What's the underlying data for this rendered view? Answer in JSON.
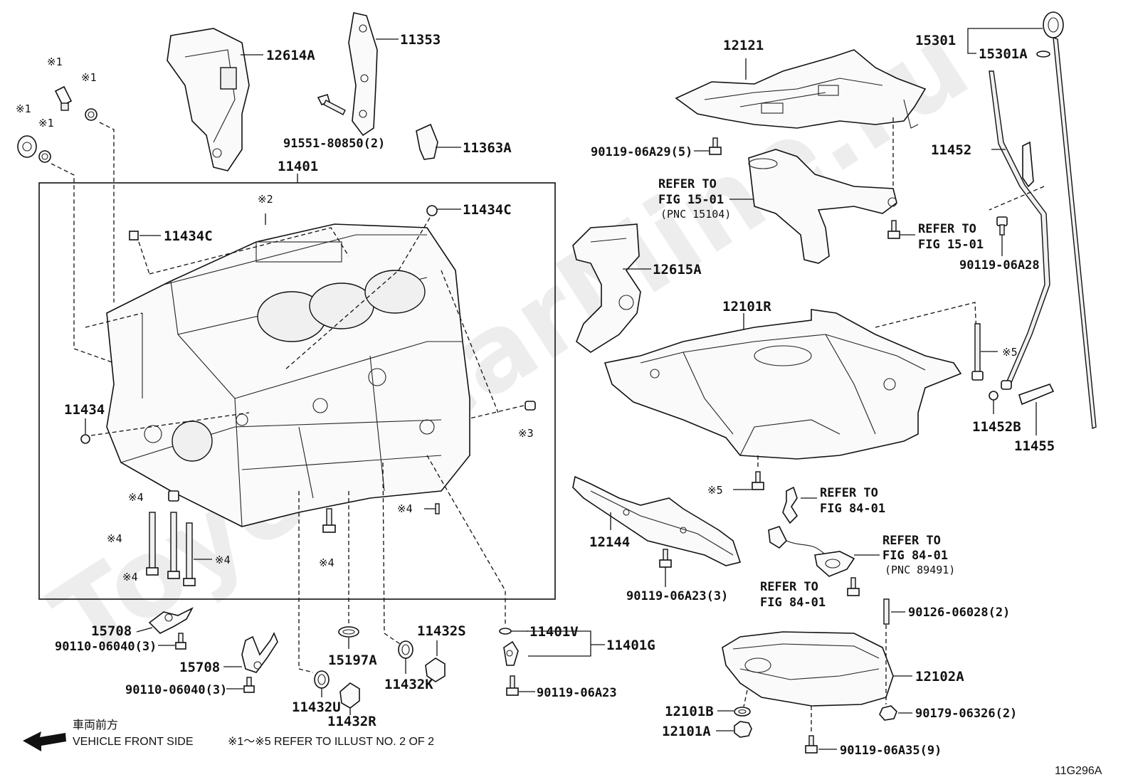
{
  "diagram": {
    "illustration_no": "11G296A",
    "watermark": "ToyotaCarMine.ru",
    "box_label": "11401",
    "notes": {
      "direction_jp": "車両前方",
      "direction_en": "VEHICLE FRONT SIDE",
      "refer_note": "※1～※5  REFER TO ILLUST NO. 2 OF 2"
    },
    "labels": [
      {
        "id": "l-12614A",
        "text": "12614A"
      },
      {
        "id": "l-11353",
        "text": "11353"
      },
      {
        "id": "l-91551",
        "text": "91551-80850(2)"
      },
      {
        "id": "l-11363A",
        "text": "11363A"
      },
      {
        "id": "l-11401",
        "text": "11401"
      },
      {
        "id": "l-11434C-a",
        "text": "11434C"
      },
      {
        "id": "l-11434C-b",
        "text": "11434C"
      },
      {
        "id": "l-11434",
        "text": "11434"
      },
      {
        "id": "l-15708-a",
        "text": "15708"
      },
      {
        "id": "l-90110-a",
        "text": "90110-06040(3)"
      },
      {
        "id": "l-15708-b",
        "text": "15708"
      },
      {
        "id": "l-90110-b",
        "text": "90110-06040(3)"
      },
      {
        "id": "l-15197A",
        "text": "15197A"
      },
      {
        "id": "l-11432U",
        "text": "11432U"
      },
      {
        "id": "l-11432R",
        "text": "11432R"
      },
      {
        "id": "l-11432S",
        "text": "11432S"
      },
      {
        "id": "l-11432K",
        "text": "11432K"
      },
      {
        "id": "l-11401V",
        "text": "11401V"
      },
      {
        "id": "l-11401G",
        "text": "11401G"
      },
      {
        "id": "l-90119-06A23-a",
        "text": "90119-06A23"
      },
      {
        "id": "l-12121",
        "text": "12121"
      },
      {
        "id": "l-90119-06A29",
        "text": "90119-06A29(5)"
      },
      {
        "id": "l-15301",
        "text": "15301"
      },
      {
        "id": "l-15301A",
        "text": "15301A"
      },
      {
        "id": "l-11452",
        "text": "11452"
      },
      {
        "id": "l-90119-06A28",
        "text": "90119-06A28"
      },
      {
        "id": "l-12615A",
        "text": "12615A"
      },
      {
        "id": "l-12101R",
        "text": "12101R"
      },
      {
        "id": "l-11452B",
        "text": "11452B"
      },
      {
        "id": "l-11455",
        "text": "11455"
      },
      {
        "id": "l-12144",
        "text": "12144"
      },
      {
        "id": "l-90119-06A23-b",
        "text": "90119-06A23(3)"
      },
      {
        "id": "l-90126",
        "text": "90126-06028(2)"
      },
      {
        "id": "l-12102A",
        "text": "12102A"
      },
      {
        "id": "l-12101B",
        "text": "12101B"
      },
      {
        "id": "l-90179",
        "text": "90179-06326(2)"
      },
      {
        "id": "l-12101A",
        "text": "12101A"
      },
      {
        "id": "l-90119-06A35",
        "text": "90119-06A35(9)"
      }
    ],
    "refer_blocks": [
      {
        "id": "r-15-01-a",
        "lines": [
          "REFER TO",
          "FIG 15-01",
          "(PNC 15104)"
        ]
      },
      {
        "id": "r-15-01-b",
        "lines": [
          "REFER TO",
          "FIG 15-01"
        ]
      },
      {
        "id": "r-84-01-a",
        "lines": [
          "REFER TO",
          "FIG 84-01"
        ]
      },
      {
        "id": "r-84-01-b",
        "lines": [
          "REFER TO",
          "FIG 84-01",
          "(PNC 89491)"
        ]
      },
      {
        "id": "r-84-01-c",
        "lines": [
          "REFER TO",
          "FIG 84-01"
        ]
      }
    ],
    "marks": [
      {
        "id": "m1a",
        "text": "※1"
      },
      {
        "id": "m1b",
        "text": "※1"
      },
      {
        "id": "m1c",
        "text": "※1"
      },
      {
        "id": "m1d",
        "text": "※1"
      },
      {
        "id": "m2",
        "text": "※2"
      },
      {
        "id": "m3",
        "text": "※3"
      },
      {
        "id": "m4a",
        "text": "※4"
      },
      {
        "id": "m4b",
        "text": "※4"
      },
      {
        "id": "m4c",
        "text": "※4"
      },
      {
        "id": "m4d",
        "text": "※4"
      },
      {
        "id": "m4e",
        "text": "※4"
      },
      {
        "id": "m4f",
        "text": "※4"
      },
      {
        "id": "m5a",
        "text": "※5"
      },
      {
        "id": "m5b",
        "text": "※5"
      }
    ]
  }
}
